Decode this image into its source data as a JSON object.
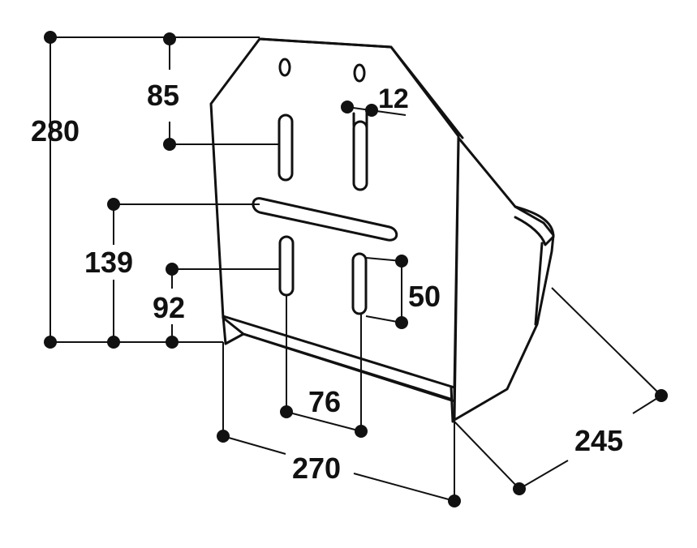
{
  "colors": {
    "ink": "#111111",
    "paper": "#ffffff"
  },
  "dimensions": {
    "overall_height": "280",
    "top_to_slot": "85",
    "hole_offset": "12",
    "middle_height": "139",
    "lower_height": "92",
    "slot_length": "50",
    "slot_spacing": "76",
    "width": "270",
    "depth": "245"
  }
}
